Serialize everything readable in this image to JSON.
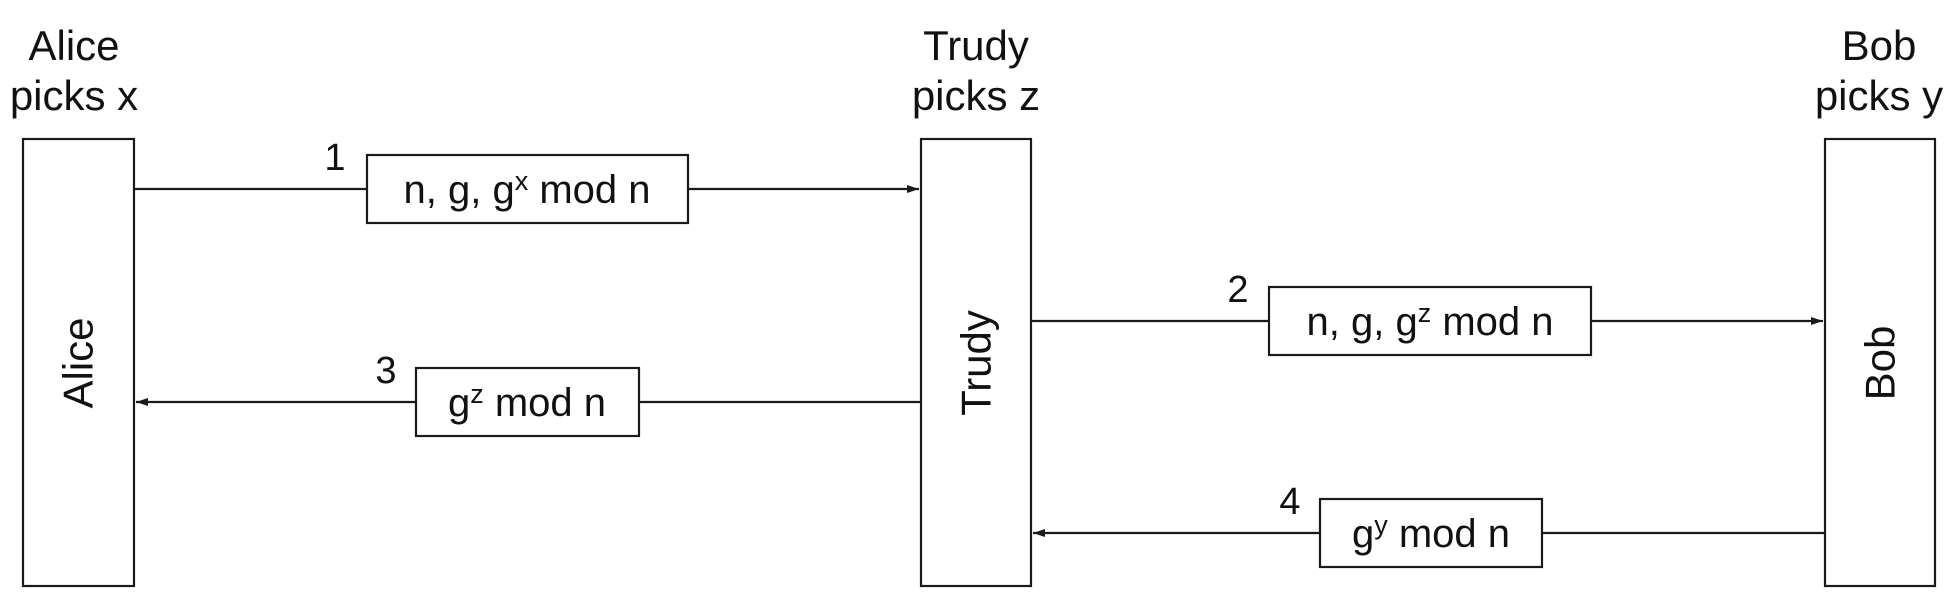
{
  "parties": {
    "alice": {
      "name": "Alice",
      "caption_line1": "Alice",
      "caption_line2": "picks x"
    },
    "trudy": {
      "name": "Trudy",
      "caption_line1": "Trudy",
      "caption_line2": "picks z"
    },
    "bob": {
      "name": "Bob",
      "caption_line1": "Bob",
      "caption_line2": "picks y"
    }
  },
  "messages": [
    {
      "step": "1",
      "from": "Alice",
      "to": "Trudy",
      "prefix": "n, g, g",
      "sup": "x",
      "suffix": " mod n"
    },
    {
      "step": "2",
      "from": "Trudy",
      "to": "Bob",
      "prefix": "n, g, g",
      "sup": "z",
      "suffix": " mod n"
    },
    {
      "step": "3",
      "from": "Trudy",
      "to": "Alice",
      "prefix": "g",
      "sup": "z",
      "suffix": " mod n"
    },
    {
      "step": "4",
      "from": "Bob",
      "to": "Trudy",
      "prefix": "g",
      "sup": "y",
      "suffix": " mod n"
    }
  ]
}
